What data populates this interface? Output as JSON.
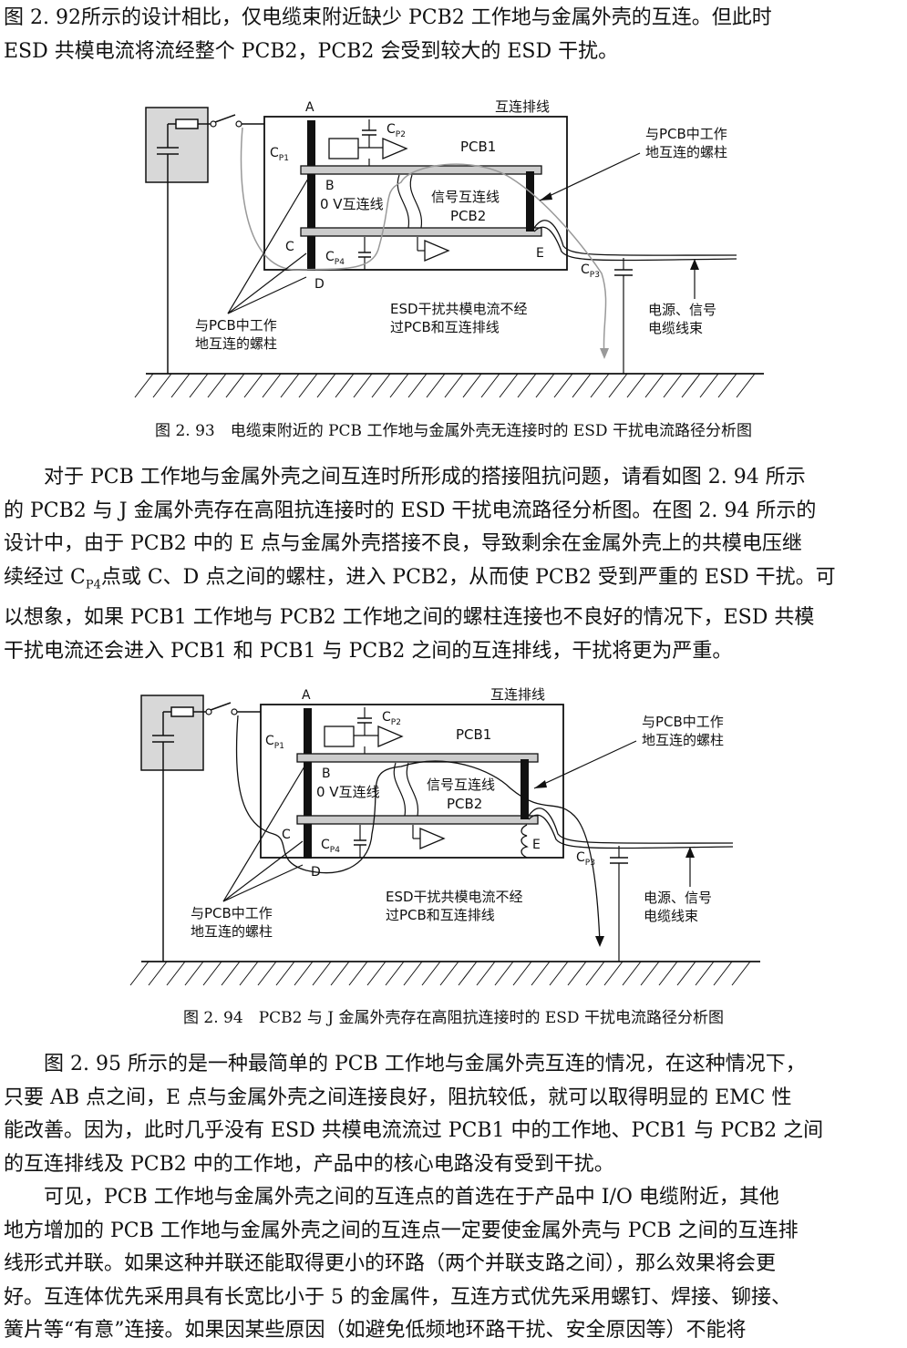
{
  "intro": {
    "line1": "图 2. 92所示的设计相比，仅电缆束附近缺少 PCB2 工作地与金属外壳的互连。但此时",
    "line2": "ESD 共模电流将流经整个 PCB2，PCB2 会受到较大的 ESD 干扰。"
  },
  "fig93": {
    "caption": "图 2. 93　电缆束附近的 PCB 工作地与金属外壳无连接时的 ESD 干扰电流路径分析图",
    "label_a": "A",
    "label_b": "B",
    "label_c": "C",
    "label_d": "D",
    "label_e": "E",
    "ribbon_label": "互连排线",
    "pcb1": "PCB1",
    "pcb2": "PCB2",
    "zero_v": "0 V互连线",
    "signal": "信号互连线",
    "cp1": "C",
    "cp1_sub": "P1",
    "cp2": "C",
    "cp2_sub": "P2",
    "cp3": "C",
    "cp3_sub": "P3",
    "cp4": "C",
    "cp4_sub": "P4",
    "stud_top_1": "与PCB中工作",
    "stud_top_2": "地互连的螺柱",
    "stud_left_1": "与PCB中工作",
    "stud_left_2": "地互连的螺柱",
    "esd_1": "ESD干扰共模电流不经",
    "esd_2": "过PCB和互连排线",
    "cable_1": "电源、信号",
    "cable_2": "电缆线束"
  },
  "para2": {
    "line1": "对于 PCB 工作地与金属外壳之间互连时所形成的搭接阻抗问题，请看如图 2. 94 所示",
    "line2": "的 PCB2 与 J 金属外壳存在高阻抗连接时的 ESD 干扰电流路径分析图。在图 2. 94 所示的",
    "line3": "设计中，由于 PCB2 中的 E 点与金属外壳搭接不良，导致剩余在金属外壳上的共模电压继",
    "line4_a": "续经过 C",
    "line4_sub": "P4",
    "line4_b": "点或 C、D 点之间的螺柱，进入 PCB2，从而使 PCB2 受到严重的 ESD 干扰。可",
    "line5": "以想象，如果 PCB1 工作地与 PCB2 工作地之间的螺柱连接也不良好的情况下，ESD 共模",
    "line6": "干扰电流还会进入 PCB1 和 PCB1 与 PCB2 之间的互连排线，干扰将更为严重。"
  },
  "fig94": {
    "caption": "图 2. 94　PCB2 与 J 金属外壳存在高阻抗连接时的 ESD 干扰电流路径分析图",
    "label_a": "A",
    "label_b": "B",
    "label_c": "C",
    "label_d": "D",
    "label_e": "E",
    "ribbon_label": "互连排线",
    "pcb1": "PCB1",
    "pcb2": "PCB2",
    "zero_v": "0 V互连线",
    "signal": "信号互连线",
    "cp1": "C",
    "cp1_sub": "P1",
    "cp2": "C",
    "cp2_sub": "P2",
    "cp3": "C",
    "cp3_sub": "P3",
    "cp4": "C",
    "cp4_sub": "P4",
    "stud_top_1": "与PCB中工作",
    "stud_top_2": "地互连的螺柱",
    "stud_left_1": "与PCB中工作",
    "stud_left_2": "地互连的螺柱",
    "esd_1": "ESD干扰共模电流不经",
    "esd_2": "过PCB和互连排线",
    "cable_1": "电源、信号",
    "cable_2": "电缆线束"
  },
  "para3": {
    "line1": "图 2. 95 所示的是一种最简单的 PCB 工作地与金属外壳互连的情况，在这种情况下，",
    "line2": "只要 AB 点之间，E 点与金属外壳之间连接良好，阻抗较低，就可以取得明显的 EMC 性",
    "line3": "能改善。因为，此时几乎没有 ESD 共模电流流过 PCB1 中的工作地、PCB1 与 PCB2 之间",
    "line4": "的互连排线及 PCB2 中的工作地，产品中的核心电路没有受到干扰。"
  },
  "para4": {
    "line1": "可见，PCB 工作地与金属外壳之间的互连点的首选在于产品中 I/O 电缆附近，其他",
    "line2": "地方增加的 PCB 工作地与金属外壳之间的互连点一定要使金属外壳与 PCB 之间的互连排",
    "line3": "线形式并联。如果这种并联还能取得更小的环路（两个并联支路之间），那么效果将会更",
    "line4": "好。互连体优先采用具有长宽比小于 5 的金属件，互连方式优先采用螺钉、焊接、铆接、",
    "line5": "簧片等“有意”连接。如果因某些原因（如避免低频地环路干扰、安全原因等）不能将"
  }
}
